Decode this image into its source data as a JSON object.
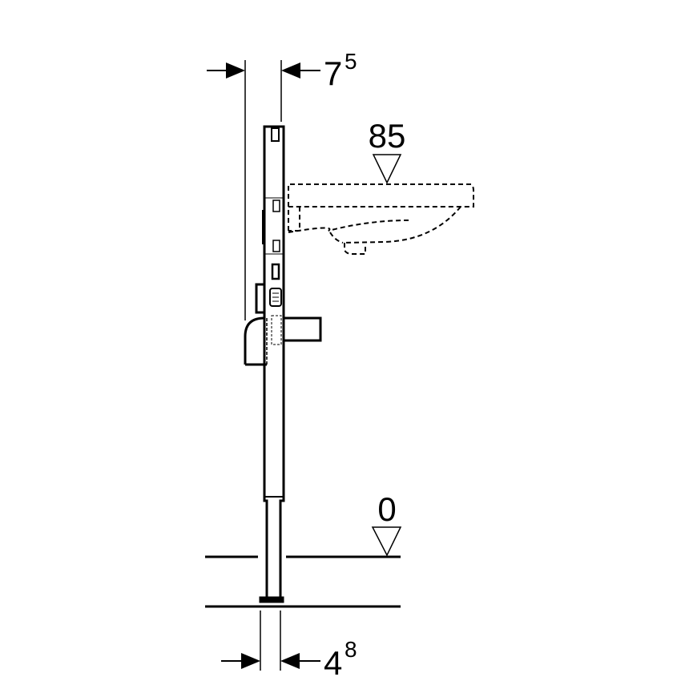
{
  "dimensions": {
    "top_width": {
      "value": "7",
      "sup": "5"
    },
    "bottom_width": {
      "value": "4",
      "sup": "8"
    }
  },
  "levels": {
    "basin_height": "85",
    "floor_level": "0"
  },
  "colors": {
    "line": "#000000",
    "background": "#ffffff"
  }
}
